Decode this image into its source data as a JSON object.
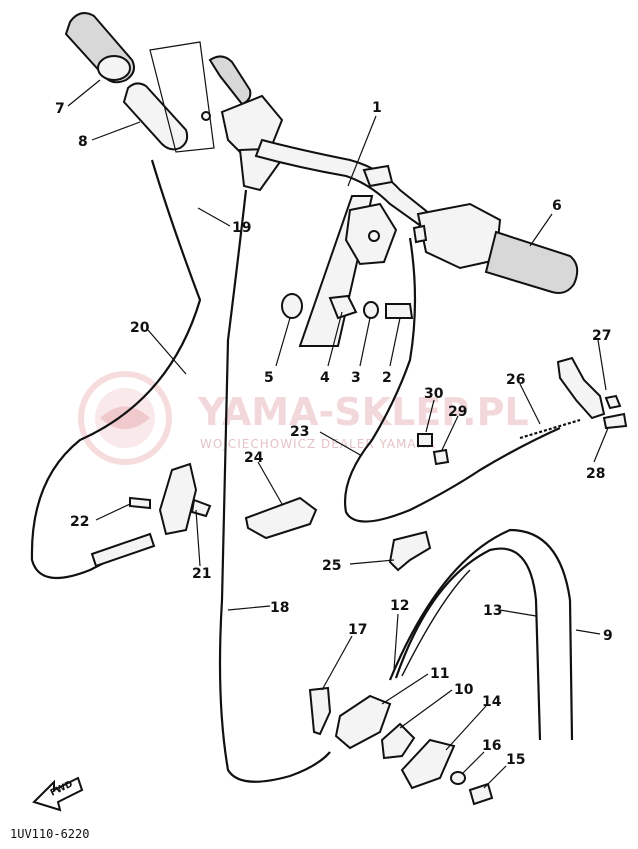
{
  "diagram": {
    "part_code": "1UV110-6220",
    "fwd_label": "FWD",
    "watermark": {
      "title": "YAMA-SKLEP.PL",
      "subtitle": "WOJCIECHOWICZ DEALER YAMAHA"
    },
    "callouts": [
      "1",
      "2",
      "3",
      "4",
      "5",
      "6",
      "7",
      "8",
      "9",
      "10",
      "11",
      "12",
      "13",
      "14",
      "15",
      "16",
      "17",
      "18",
      "19",
      "20",
      "21",
      "22",
      "23",
      "24",
      "25",
      "26",
      "27",
      "28",
      "29",
      "30"
    ]
  }
}
